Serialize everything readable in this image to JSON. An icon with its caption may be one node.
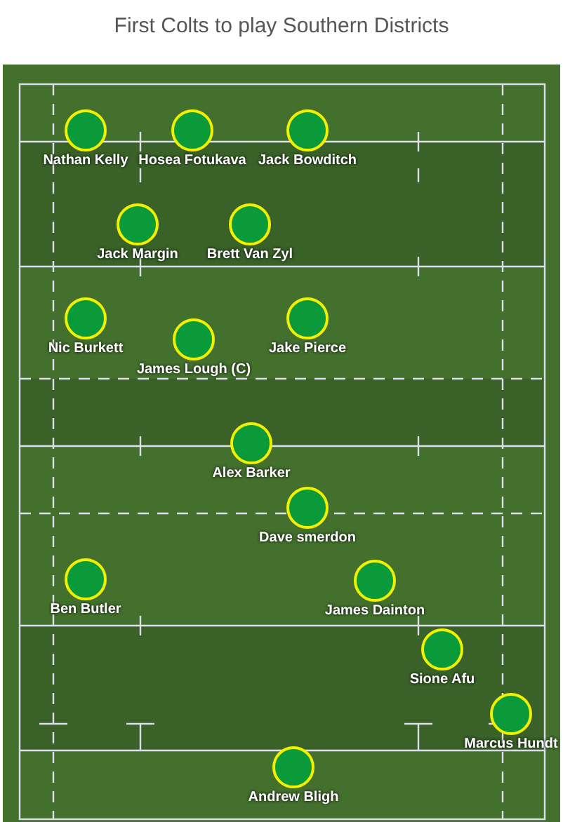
{
  "diagram": {
    "title": "First Colts to play Southern Districts",
    "nodes": [
      {
        "text": [],
        "shape": "circle",
        "beside": [
          "Nathan Kelly"
        ]
      },
      {
        "text": [],
        "shape": "circle",
        "beside": [
          "Hosea Fotukava"
        ]
      },
      {
        "text": [],
        "shape": "circle",
        "beside": [
          "Jack Bowditch"
        ]
      },
      {
        "text": [],
        "shape": "circle",
        "beside": [
          "Jack Margin"
        ]
      },
      {
        "text": [],
        "shape": "circle",
        "beside": [
          "Brett Van Zyl"
        ]
      },
      {
        "text": [],
        "shape": "circle",
        "beside": [
          "Nic Burkett"
        ]
      },
      {
        "text": [],
        "shape": "circle",
        "beside": [
          "James Lough (C)"
        ]
      },
      {
        "text": [],
        "shape": "circle",
        "beside": [
          "Jake Pierce"
        ]
      },
      {
        "text": [],
        "shape": "circle",
        "beside": [
          "Alex Barker"
        ]
      },
      {
        "text": [],
        "shape": "circle",
        "beside": [
          "Dave smerdon"
        ]
      },
      {
        "text": [],
        "shape": "circle",
        "beside": [
          "Ben Butler"
        ]
      },
      {
        "text": [],
        "shape": "circle",
        "beside": [
          "James Dainton"
        ]
      },
      {
        "text": [],
        "shape": "circle",
        "beside": [
          "Sione Afu"
        ]
      },
      {
        "text": [],
        "shape": "circle",
        "beside": [
          "Marcus Hundt"
        ]
      },
      {
        "text": [],
        "shape": "circle",
        "beside": [
          "Andrew Bligh"
        ]
      }
    ]
  }
}
